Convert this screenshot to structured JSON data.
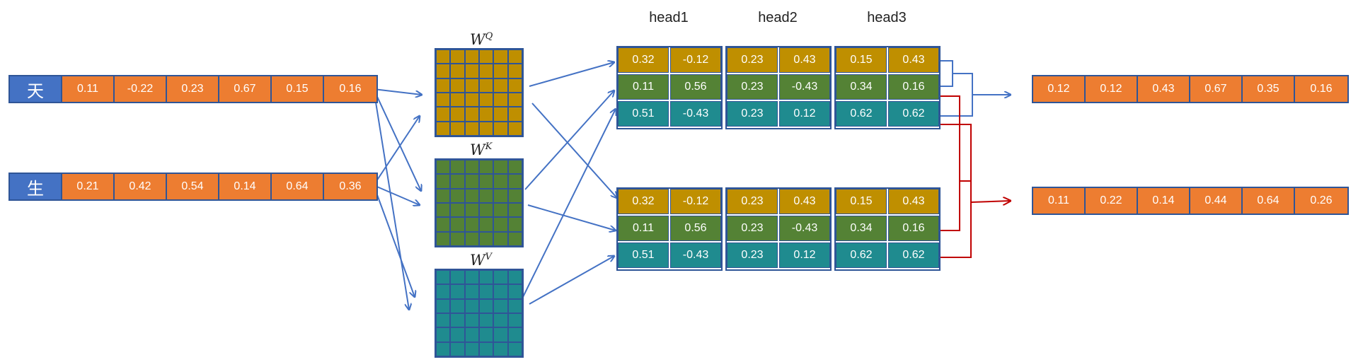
{
  "tokens": [
    {
      "char": "天",
      "values": [
        "0.11",
        "-0.22",
        "0.23",
        "0.67",
        "0.15",
        "0.16"
      ]
    },
    {
      "char": "生",
      "values": [
        "0.21",
        "0.42",
        "0.54",
        "0.14",
        "0.64",
        "0.36"
      ]
    }
  ],
  "weights": [
    {
      "label": "W",
      "sup": "Q",
      "color": "#bf8f00"
    },
    {
      "label": "W",
      "sup": "K",
      "color": "#548235"
    },
    {
      "label": "W",
      "sup": "V",
      "color": "#1f8b8f"
    }
  ],
  "heads": [
    "head1",
    "head2",
    "head3"
  ],
  "head_blocks": [
    {
      "head1": [
        [
          "0.32",
          "-0.12"
        ],
        [
          "0.11",
          "0.56"
        ],
        [
          "0.51",
          "-0.43"
        ]
      ],
      "head2": [
        [
          "0.23",
          "0.43"
        ],
        [
          "0.23",
          "-0.43"
        ],
        [
          "0.23",
          "0.12"
        ]
      ],
      "head3": [
        [
          "0.15",
          "0.43"
        ],
        [
          "0.34",
          "0.16"
        ],
        [
          "0.62",
          "0.62"
        ]
      ]
    },
    {
      "head1": [
        [
          "0.32",
          "-0.12"
        ],
        [
          "0.11",
          "0.56"
        ],
        [
          "0.51",
          "-0.43"
        ]
      ],
      "head2": [
        [
          "0.23",
          "0.43"
        ],
        [
          "0.23",
          "-0.43"
        ],
        [
          "0.23",
          "0.12"
        ]
      ],
      "head3": [
        [
          "0.15",
          "0.43"
        ],
        [
          "0.34",
          "0.16"
        ],
        [
          "0.62",
          "0.62"
        ]
      ]
    }
  ],
  "outputs": [
    [
      "0.12",
      "0.12",
      "0.43",
      "0.67",
      "0.35",
      "0.16"
    ],
    [
      "0.11",
      "0.22",
      "0.14",
      "0.44",
      "0.64",
      "0.26"
    ]
  ],
  "colors": {
    "token_bg": "#4472c4",
    "cell_bg": "#ed7d31",
    "border": "#2f5597",
    "arrow_blue": "#4472c4",
    "arrow_red": "#c00000"
  }
}
